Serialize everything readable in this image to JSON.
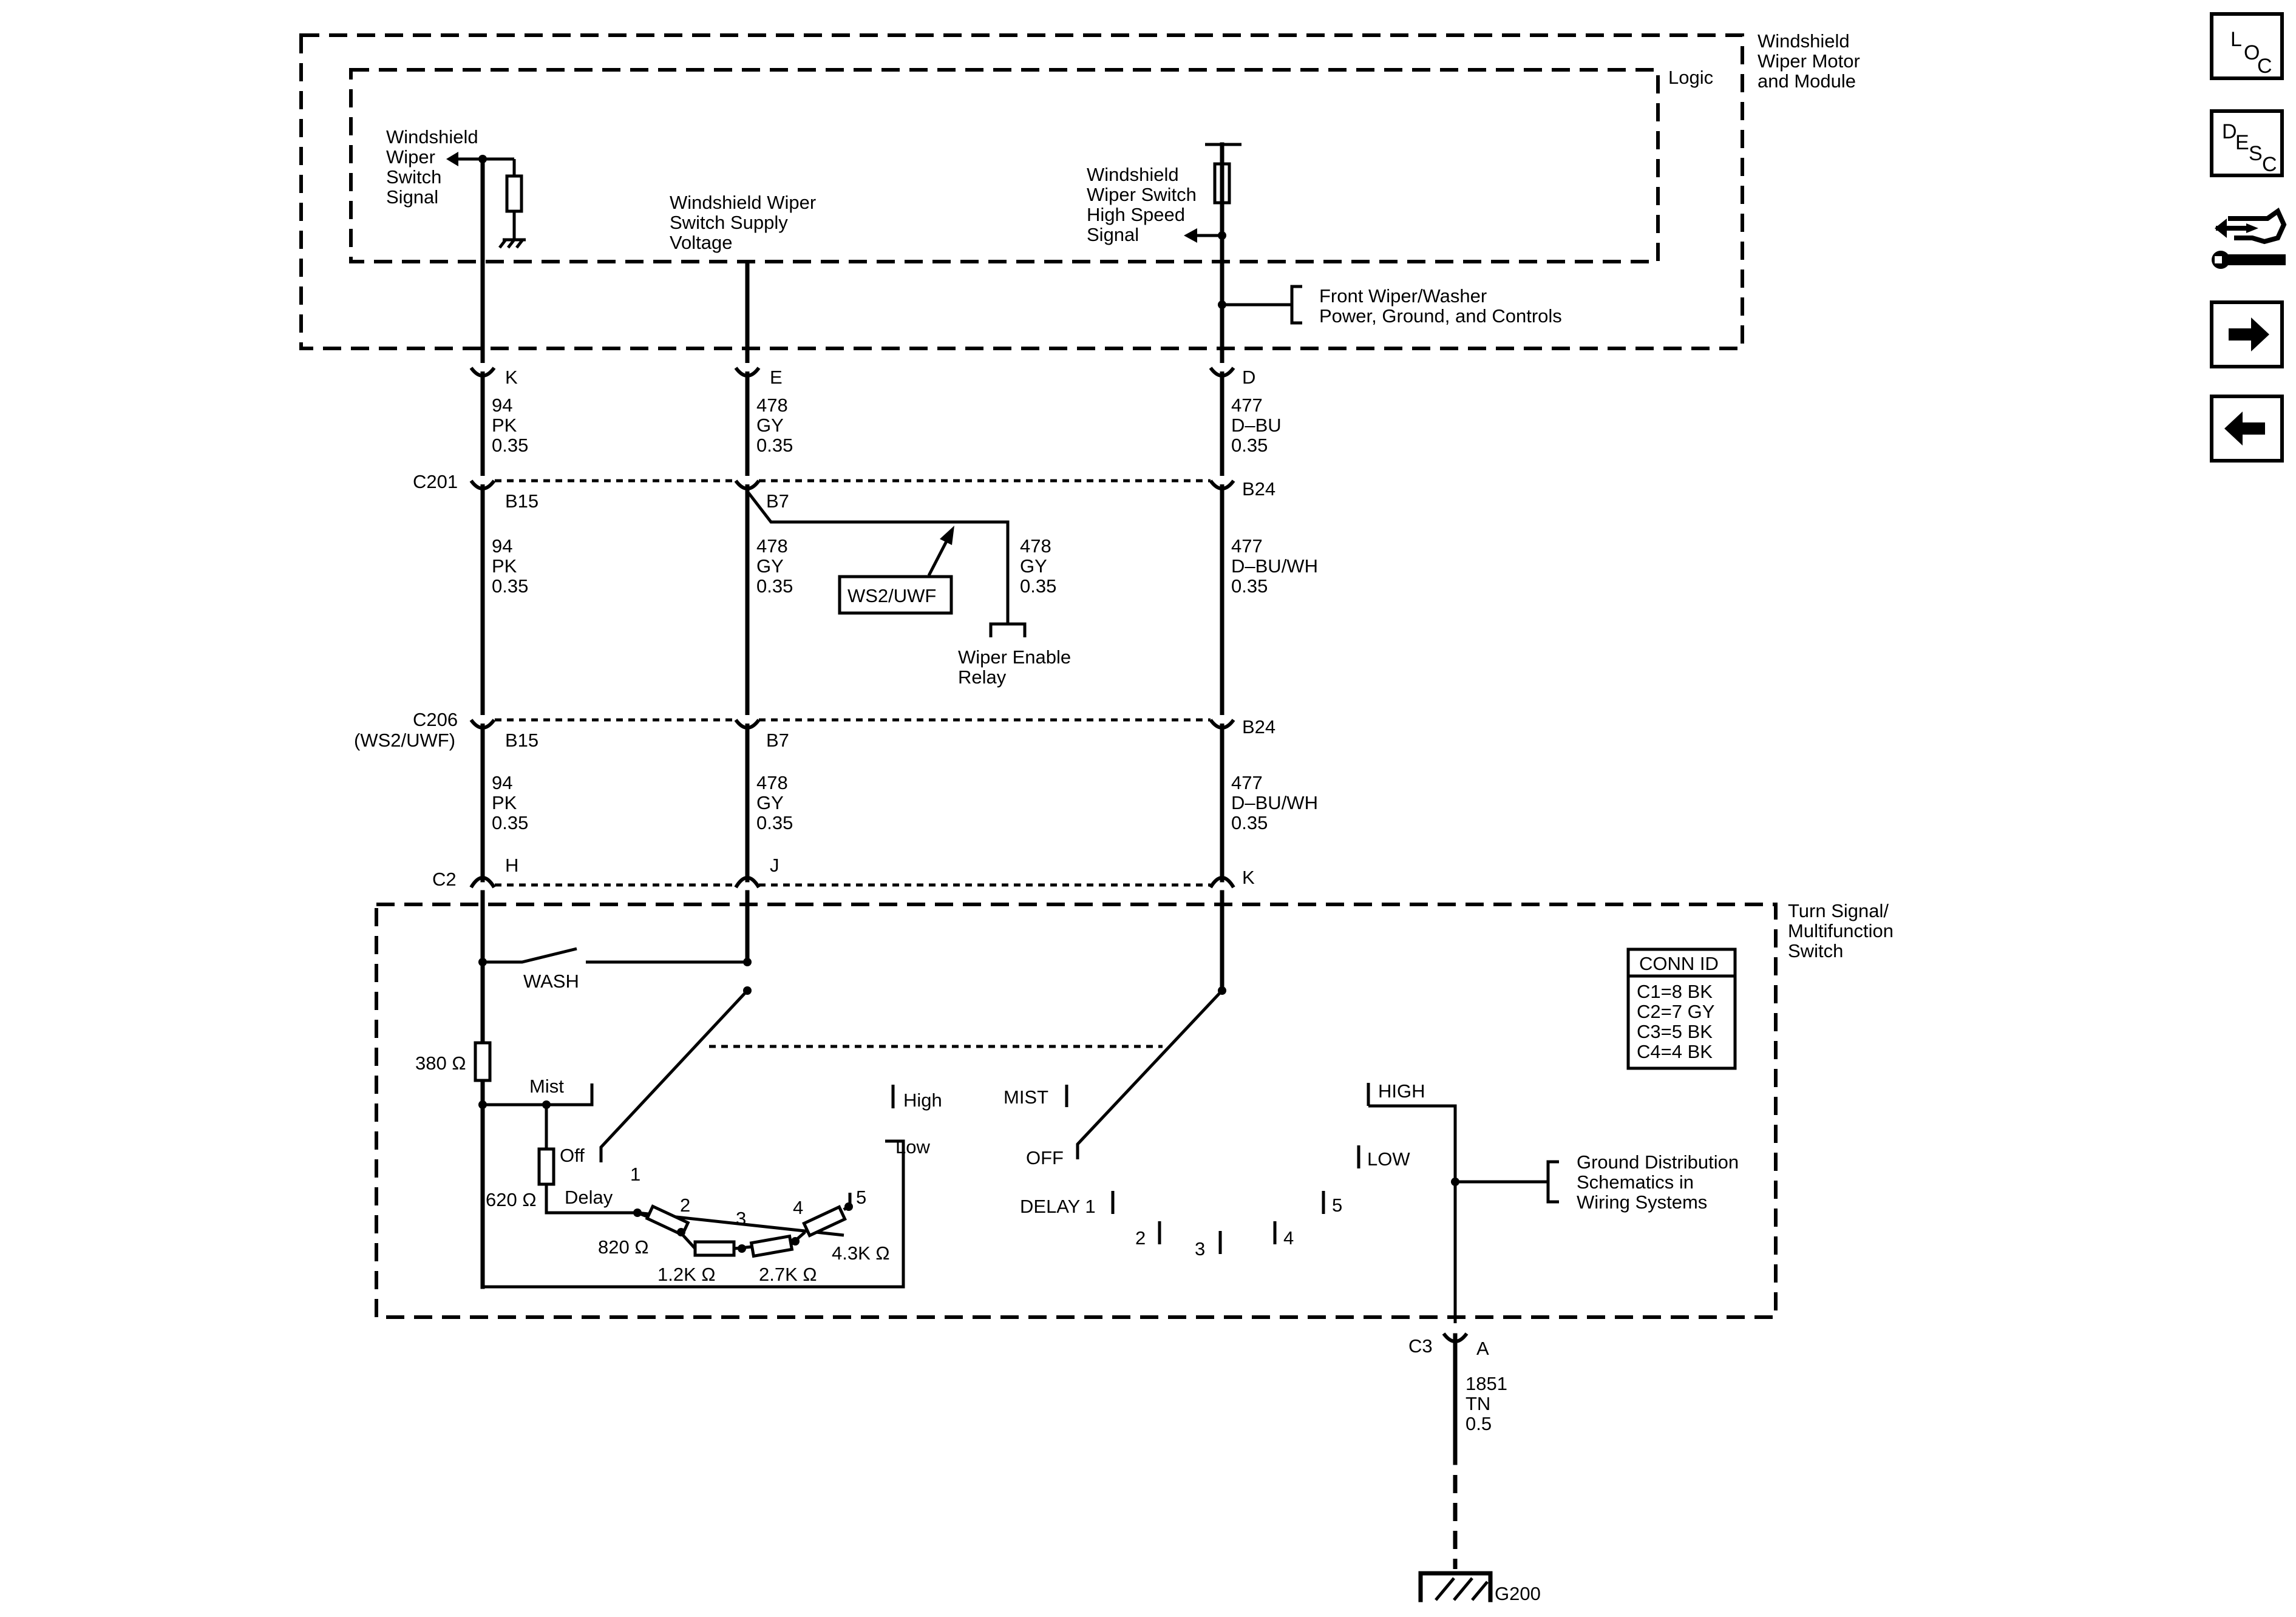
{
  "modules": {
    "wiper_module": "Windshield\nWiper Motor\nand Module",
    "logic": "Logic",
    "turn_signal_switch": "Turn Signal/\nMultifunction\nSwitch"
  },
  "signals": {
    "switch_signal": "Windshield\nWiper\nSwitch\nSignal",
    "supply_voltage": "Windshield Wiper\nSwitch Supply\nVoltage",
    "high_speed_signal": "Windshield\nWiper Switch\nHigh Speed\nSignal",
    "front_wiper_ref": "Front Wiper/Washer\nPower, Ground, and Controls",
    "ground_dist_ref": "Ground Distribution\nSchematics in\nWiring Systems"
  },
  "connectors": {
    "c201": "C201",
    "c206": "C206\n(WS2/UWF)",
    "c2": "C2",
    "c3": "C3",
    "ground": "G200"
  },
  "pins": {
    "k_top": "K",
    "e_top": "E",
    "d_top": "D",
    "b15_a": "B15",
    "b7_a": "B7",
    "b24_a": "B24",
    "b15_b": "B15",
    "b7_b": "B7",
    "b24_b": "B24",
    "h": "H",
    "j": "J",
    "k_bottom": "K",
    "a": "A"
  },
  "wires": {
    "w94_1": "94\nPK\n0.35",
    "w478_1": "478\nGY\n0.35",
    "w477_1": "477\nD–BU\n0.35",
    "w94_2": "94\nPK\n0.35",
    "w478_2": "478\nGY\n0.35",
    "w478_relay": "478\nGY\n0.35",
    "w477_2": "477\nD–BU/WH\n0.35",
    "w94_3": "94\nPK\n0.35",
    "w478_3": "478\nGY\n0.35",
    "w477_3": "477\nD–BU/WH\n0.35",
    "w1851": "1851\nTN\n0.5"
  },
  "options": {
    "ws2_uwf": "WS2/UWF",
    "wiper_enable_relay": "Wiper Enable\nRelay"
  },
  "switch_positions": {
    "wash": "WASH",
    "mist": "Mist",
    "off": "Off",
    "delay": "Delay",
    "high": "High",
    "low": "Low",
    "n1": "1",
    "n2": "2",
    "n3": "3",
    "n4": "4",
    "n5": "5",
    "high_caps": "HIGH",
    "low_caps": "LOW",
    "mist_caps": "MIST",
    "off_caps": "OFF",
    "delay1_caps": "DELAY 1",
    "d2": "2",
    "d3": "3",
    "d4": "4",
    "d5": "5"
  },
  "resistors": {
    "r380": "380 Ω",
    "r620": "620 Ω",
    "r820": "820 Ω",
    "r1k2": "1.2K Ω",
    "r2k7": "2.7K Ω",
    "r4k3": "4.3K Ω"
  },
  "conn_id": {
    "title": "CONN ID",
    "rows": [
      "C1=8 BK",
      "C2=7 GY",
      "C3=5 BK",
      "C4=4 BK"
    ]
  },
  "nav": {
    "loc": [
      "L",
      "O",
      "C"
    ],
    "desc": [
      "D",
      "E",
      "S",
      "C"
    ],
    "diag_icon": "diagnostic-icon",
    "next_icon": "arrow-right-icon",
    "prev_icon": "arrow-left-icon"
  }
}
